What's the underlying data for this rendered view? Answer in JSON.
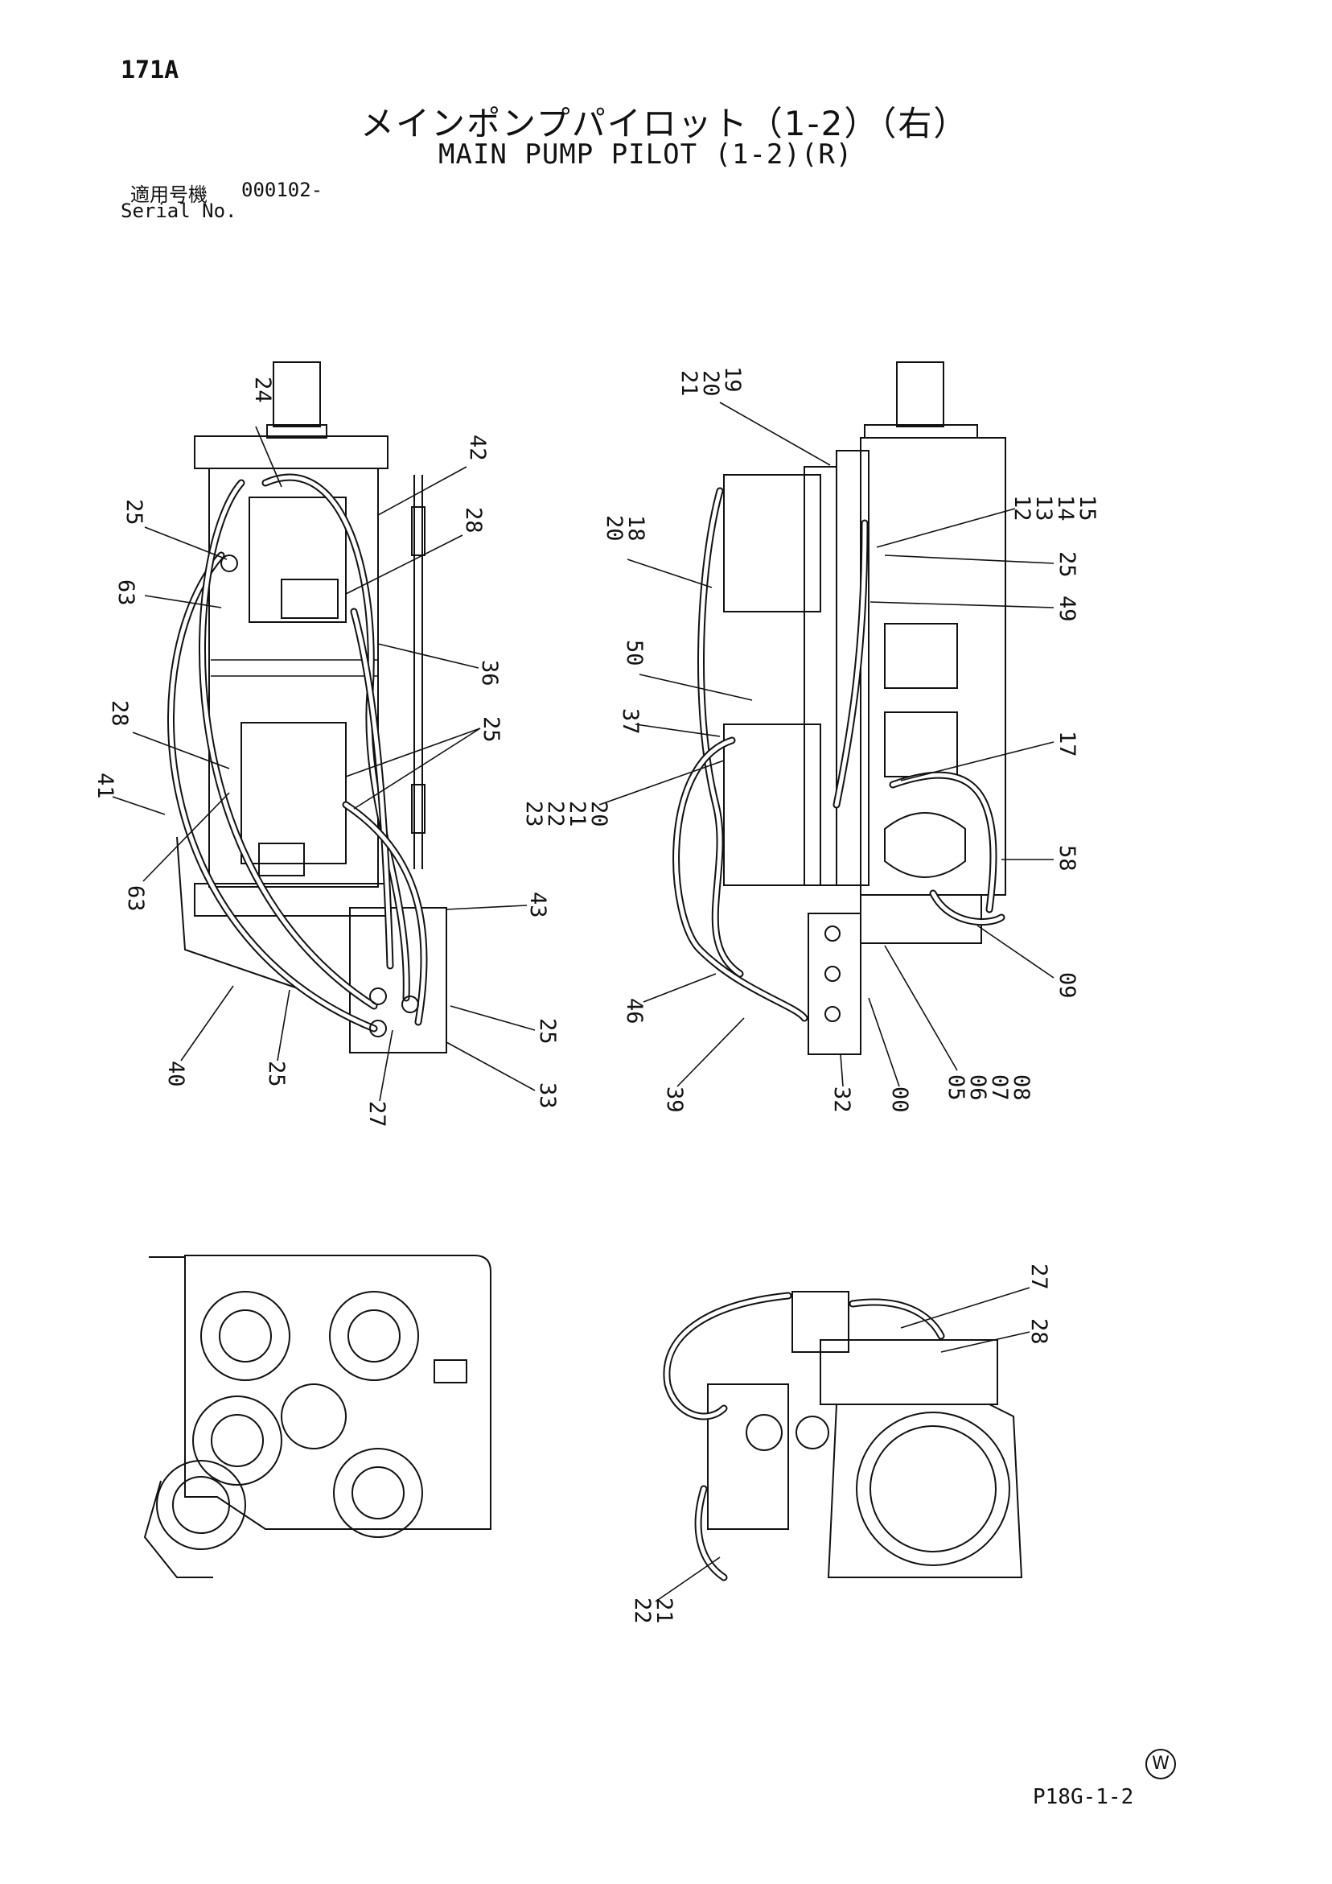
{
  "header": {
    "page_no": "171A",
    "title_jp": "メインポンプパイロット（1-2）（右）",
    "title_en": "MAIN PUMP PILOT (1-2)(R)",
    "serial_label_jp": "適用号機",
    "serial_value": "000102-",
    "serial_label_en": "Serial No."
  },
  "footer": {
    "mark": "W",
    "figure_ref": "P18G-1-2"
  },
  "callouts": {
    "view_left": [
      "24",
      "42",
      "25",
      "28",
      "63",
      "36",
      "28",
      "25",
      "41",
      "63",
      "43",
      "40",
      "25",
      "27",
      "25",
      "33"
    ],
    "view_right": [
      "21",
      "20",
      "19",
      "12",
      "13",
      "14",
      "15",
      "20",
      "18",
      "25",
      "49",
      "50",
      "37",
      "17",
      "23",
      "22",
      "21",
      "20",
      "58",
      "46",
      "09",
      "39",
      "32",
      "00",
      "05",
      "06",
      "07",
      "08"
    ],
    "view_bottom_right": [
      "27",
      "28",
      "22",
      "21"
    ]
  }
}
